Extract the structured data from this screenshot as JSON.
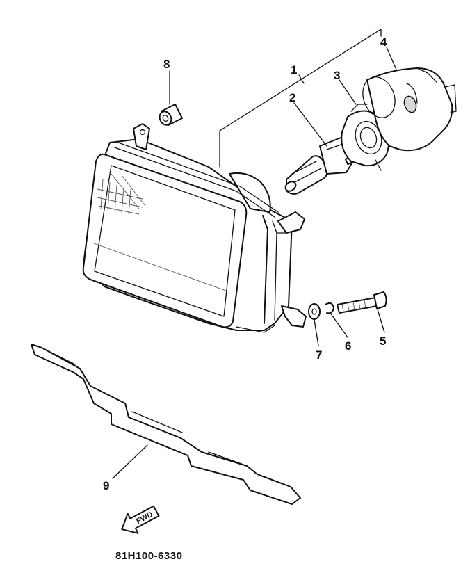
{
  "callouts": {
    "c1": "1",
    "c2": "2",
    "c3": "3",
    "c4": "4",
    "c5": "5",
    "c6": "6",
    "c7": "7",
    "c8": "8",
    "c9": "9"
  },
  "fwd_label": "FWD",
  "part_number": "81H100-6330"
}
